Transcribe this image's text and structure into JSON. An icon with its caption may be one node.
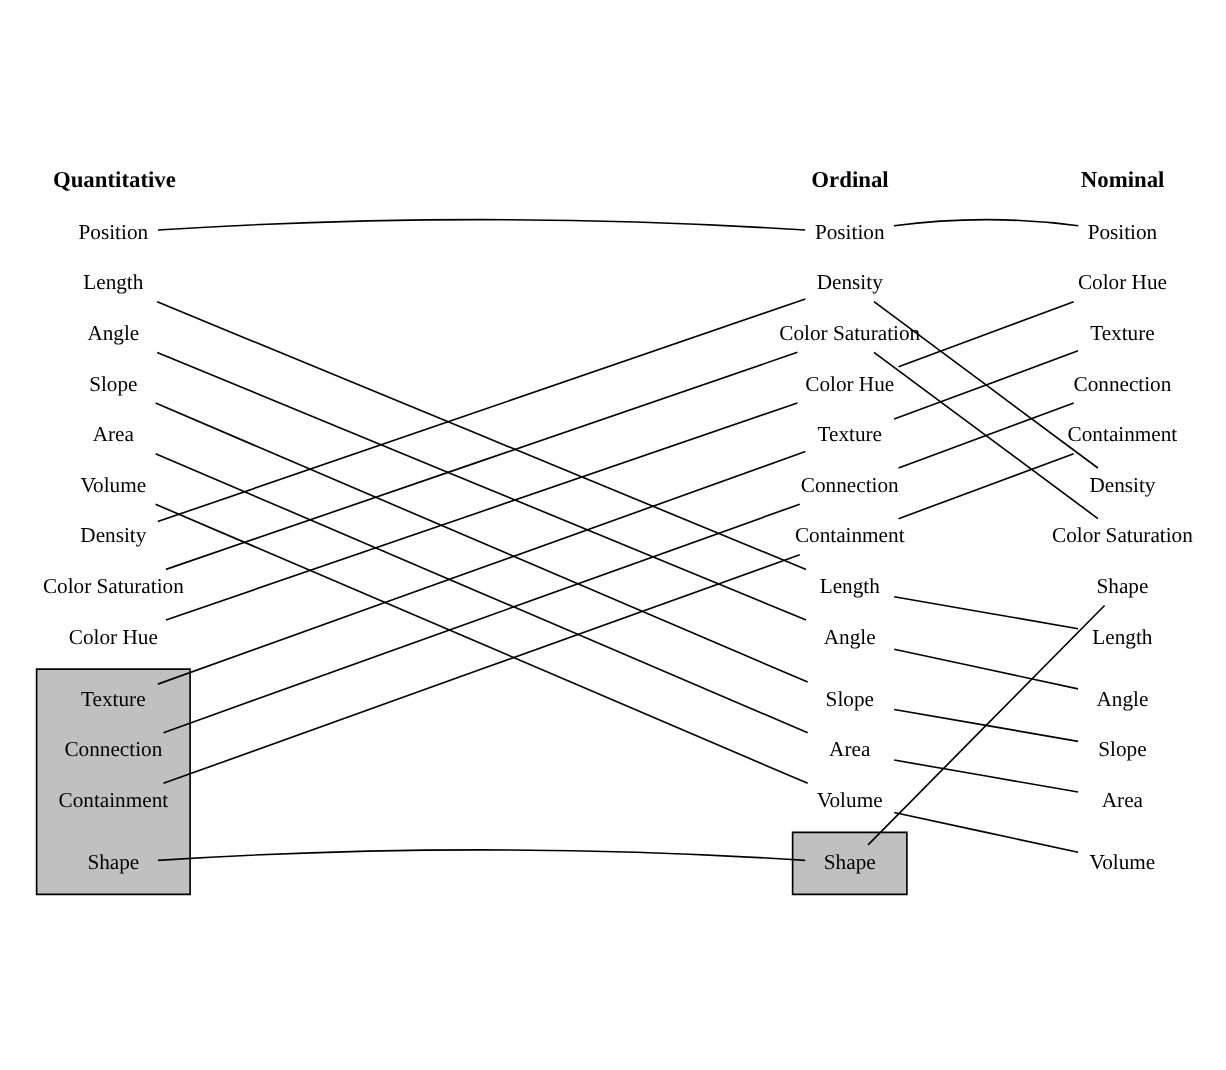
{
  "diagram": {
    "nodes": [
      {
        "text": [
          "Position"
        ]
      },
      {
        "text": [
          "Length"
        ]
      },
      {
        "text": [
          "Angle"
        ]
      },
      {
        "text": [
          "Slope"
        ]
      },
      {
        "text": [
          "Area"
        ]
      },
      {
        "text": [
          "Volume"
        ]
      },
      {
        "text": [
          "Density"
        ]
      },
      {
        "text": [
          "Color Saturation"
        ]
      },
      {
        "text": [
          "Color Hue"
        ]
      },
      {
        "text": [],
        "shape": "box"
      },
      {
        "text": [
          "Texture"
        ],
        "in": 9
      },
      {
        "text": [
          "Connection"
        ],
        "in": 9
      },
      {
        "text": [
          "Containment"
        ],
        "in": 9
      },
      {
        "text": [
          "Shape"
        ],
        "in": 9
      },
      {
        "text": [
          "Position"
        ]
      },
      {
        "text": [
          "Density"
        ]
      },
      {
        "text": [
          "Color Saturation"
        ]
      },
      {
        "text": [
          "Color Hue"
        ]
      },
      {
        "text": [
          "Texture"
        ]
      },
      {
        "text": [
          "Connection"
        ]
      },
      {
        "text": [
          "Containment"
        ]
      },
      {
        "text": [
          "Length"
        ]
      },
      {
        "text": [
          "Angle"
        ]
      },
      {
        "text": [
          "Slope"
        ]
      },
      {
        "text": [
          "Area"
        ]
      },
      {
        "text": [
          "Volume"
        ]
      },
      {
        "text": [],
        "shape": "box"
      },
      {
        "text": [
          "Shape"
        ],
        "in": 26
      },
      {
        "text": [
          "Position"
        ]
      },
      {
        "text": [
          "Color Hue"
        ]
      },
      {
        "text": [
          "Texture"
        ]
      },
      {
        "text": [
          "Connection"
        ]
      },
      {
        "text": [
          "Containment"
        ]
      },
      {
        "text": [
          "Density"
        ]
      },
      {
        "text": [
          "Color Saturation"
        ]
      },
      {
        "text": [
          "Shape"
        ]
      },
      {
        "text": [
          "Length"
        ]
      },
      {
        "text": [
          "Angle"
        ]
      },
      {
        "text": [
          "Slope"
        ]
      },
      {
        "text": [
          "Area"
        ]
      },
      {
        "text": [
          "Volume"
        ]
      }
    ],
    "edges": [
      {
        "from": 0,
        "to": 14,
        "arrow": "none"
      },
      {
        "from": 1,
        "to": 21,
        "arrow": "none"
      },
      {
        "from": 2,
        "to": 22,
        "arrow": "none"
      },
      {
        "from": 3,
        "to": 23,
        "arrow": "none"
      },
      {
        "from": 4,
        "to": 24,
        "arrow": "none"
      },
      {
        "from": 5,
        "to": 25,
        "arrow": "none"
      },
      {
        "from": 6,
        "to": 15,
        "arrow": "none"
      },
      {
        "from": 7,
        "to": 16,
        "arrow": "none"
      },
      {
        "from": 8,
        "to": 17,
        "arrow": "none"
      },
      {
        "from": 10,
        "to": 18,
        "arrow": "none"
      },
      {
        "from": 11,
        "to": 19,
        "arrow": "none"
      },
      {
        "from": 12,
        "to": 20,
        "arrow": "none"
      },
      {
        "from": 13,
        "to": 27,
        "arrow": "none"
      },
      {
        "from": 14,
        "to": 28,
        "arrow": "none"
      },
      {
        "from": 15,
        "to": 33,
        "arrow": "none"
      },
      {
        "from": 16,
        "to": 34,
        "arrow": "none"
      },
      {
        "from": 17,
        "to": 29,
        "arrow": "none"
      },
      {
        "from": 18,
        "to": 30,
        "arrow": "none"
      },
      {
        "from": 19,
        "to": 31,
        "arrow": "none"
      },
      {
        "from": 20,
        "to": 32,
        "arrow": "none"
      },
      {
        "from": 21,
        "to": 36,
        "arrow": "none"
      },
      {
        "from": 22,
        "to": 37,
        "arrow": "none"
      },
      {
        "from": 23,
        "to": 38,
        "arrow": "none"
      },
      {
        "from": 24,
        "to": 39,
        "arrow": "none"
      },
      {
        "from": 25,
        "to": 40,
        "arrow": "none"
      },
      {
        "from": 27,
        "to": 35,
        "arrow": "none"
      }
    ],
    "labels": [
      "Quantitative",
      "Ordinal",
      "Nominal"
    ]
  }
}
